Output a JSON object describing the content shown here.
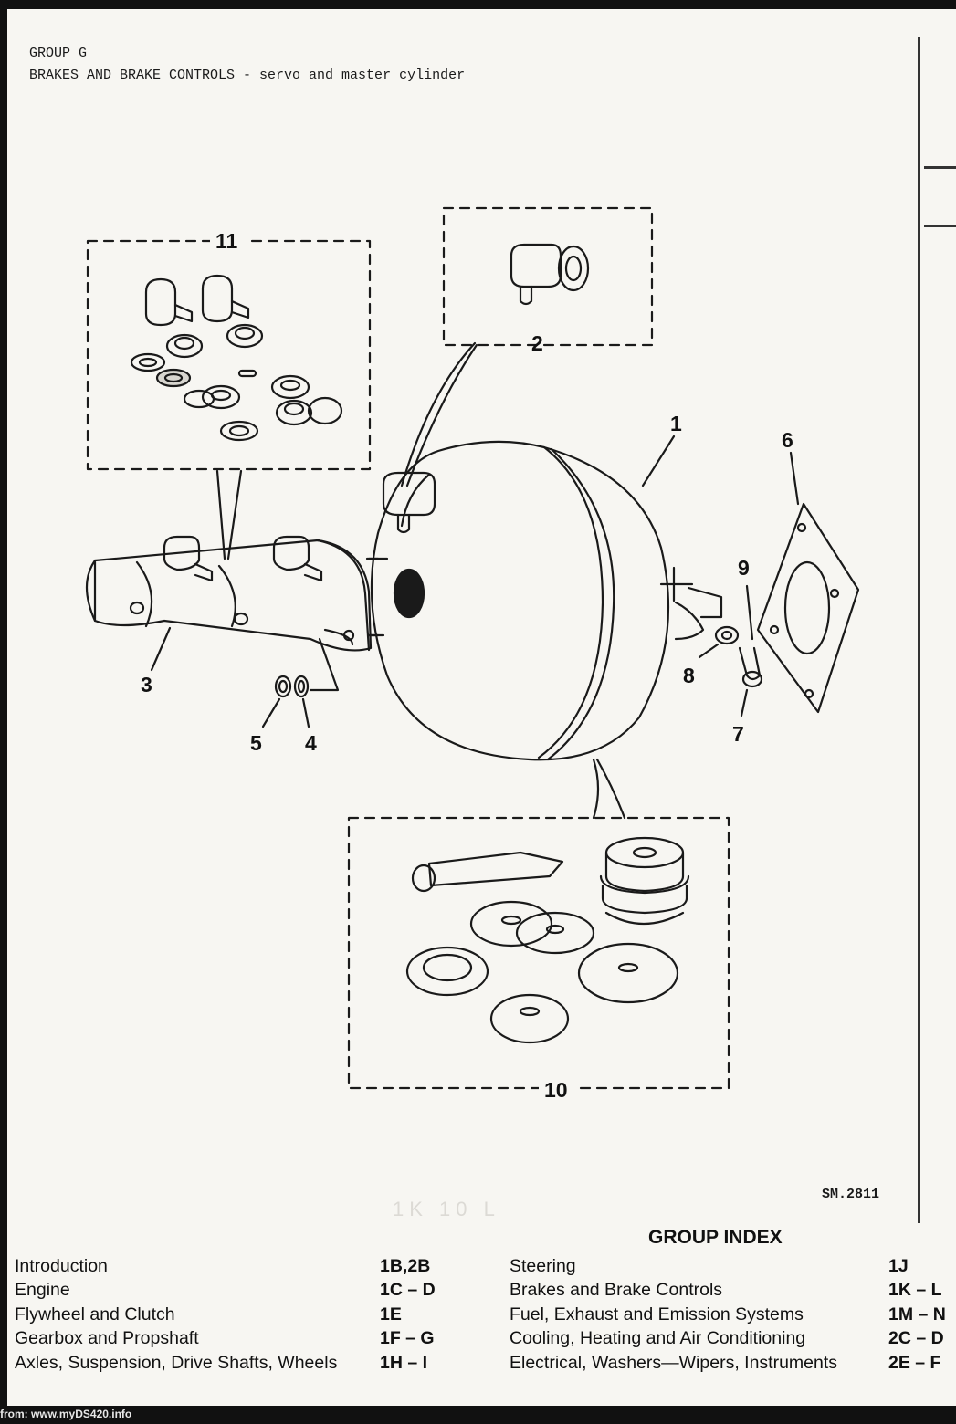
{
  "header": {
    "group": "GROUP G",
    "title": "BRAKES AND BRAKE CONTROLS - servo and master cylinder"
  },
  "callouts": [
    "1",
    "2",
    "3",
    "4",
    "5",
    "6",
    "7",
    "8",
    "9",
    "10",
    "11"
  ],
  "drawing_ref": "SM.2811",
  "faint_mark": "1K 10 L",
  "group_index": {
    "title": "GROUP INDEX",
    "left": [
      {
        "label": "Introduction",
        "code": "1B,2B"
      },
      {
        "label": "Engine",
        "code": "1C – D"
      },
      {
        "label": "Flywheel and Clutch",
        "code": "1E"
      },
      {
        "label": "Gearbox and Propshaft",
        "code": "1F – G"
      },
      {
        "label": "Axles, Suspension, Drive Shafts, Wheels",
        "code": "1H – I"
      }
    ],
    "right": [
      {
        "label": "Steering",
        "code": "1J"
      },
      {
        "label": "Brakes and Brake Controls",
        "code": "1K – L"
      },
      {
        "label": "Fuel, Exhaust and Emission Systems",
        "code": "1M – N"
      },
      {
        "label": "Cooling, Heating and Air Conditioning",
        "code": "2C – D"
      },
      {
        "label": "Electrical, Washers—Wipers, Instruments",
        "code": "2E – F"
      }
    ]
  },
  "footer": "from: www.myDS420.info"
}
